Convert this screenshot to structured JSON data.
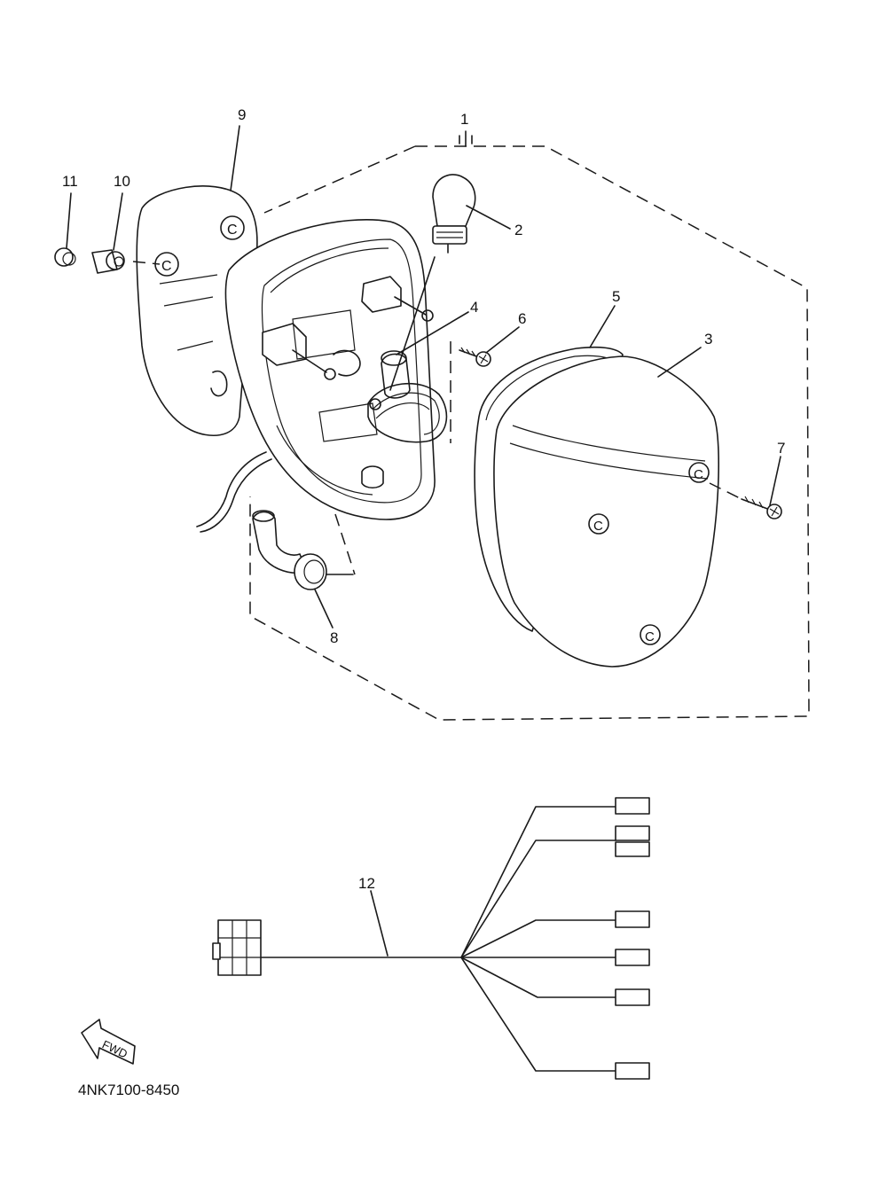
{
  "callouts": [
    "1",
    "2",
    "3",
    "4",
    "5",
    "6",
    "7",
    "8",
    "9",
    "10",
    "11",
    "12"
  ],
  "orientation_arrow": {
    "label": "FWD",
    "icon": "forward-arrow-icon"
  },
  "part_code": "4NK7100-8450"
}
